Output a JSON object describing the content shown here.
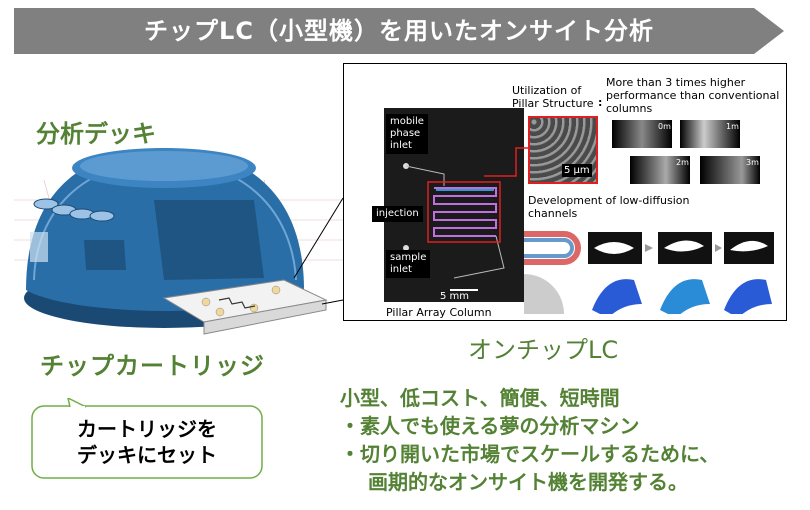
{
  "banner": {
    "title": "チップLC（小型機）を用いたオンサイト分析"
  },
  "labels": {
    "deck": "分析デッキ",
    "cartridge": "チップカートリッジ",
    "onchip": "オンチップLC"
  },
  "figure": {
    "mobile_phase": "mobile\nphase\ninlet",
    "injection": "injection",
    "sample_inlet": "sample\ninlet",
    "scale_main": "5 mm",
    "pillar_array": "Pillar Array Column",
    "utilization": "Utilization of\nPillar Structure",
    "utilization_colon": ":",
    "performance": "More than 3 times higher\nperformance than conventional\ncolumns",
    "scale_sem": "5 μm",
    "t0": "0m",
    "t1": "1m",
    "t2": "2m",
    "t3": "3m",
    "low_diffusion": "Development of low-diffusion\nchannels"
  },
  "callout": {
    "line1": "カートリッジを",
    "line2": "デッキにセット"
  },
  "summary": {
    "line1": "小型、低コスト、簡便、短時間",
    "line2": "・素人でも使える夢の分析マシン",
    "line3": "・切り開いた市場でスケールするために、",
    "line4": "画期的なオンサイト機を開発する。"
  },
  "colors": {
    "banner": "#808080",
    "green": "#548235",
    "device": "#1f5f94"
  }
}
